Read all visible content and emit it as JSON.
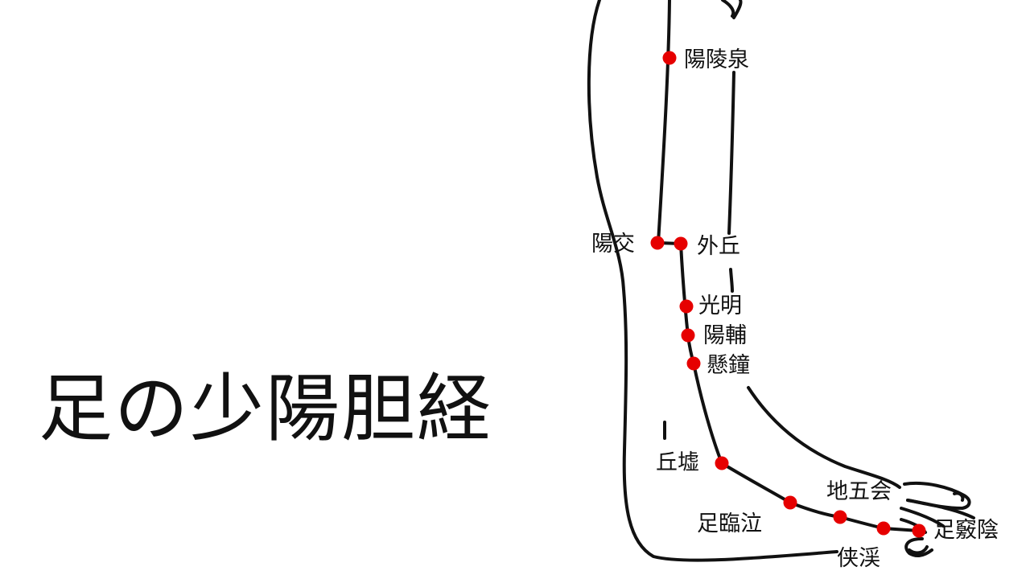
{
  "title": "足の少陽胆経",
  "colors": {
    "point": "#e60000",
    "line": "#111111",
    "background": "#ffffff"
  },
  "points": [
    {
      "id": "yangling-quan",
      "name": "陽陵泉"
    },
    {
      "id": "yang-jiao",
      "name": "陽交"
    },
    {
      "id": "wai-qiu",
      "name": "外丘"
    },
    {
      "id": "guang-ming",
      "name": "光明"
    },
    {
      "id": "yang-fu",
      "name": "陽輔"
    },
    {
      "id": "xuan-zhong",
      "name": "懸鐘"
    },
    {
      "id": "qiu-xu",
      "name": "丘墟"
    },
    {
      "id": "zu-lin-qi",
      "name": "足臨泣"
    },
    {
      "id": "di-wu-hui",
      "name": "地五会"
    },
    {
      "id": "xia-xi",
      "name": "侠渓"
    },
    {
      "id": "zu-qiao-yin",
      "name": "足竅陰"
    }
  ]
}
